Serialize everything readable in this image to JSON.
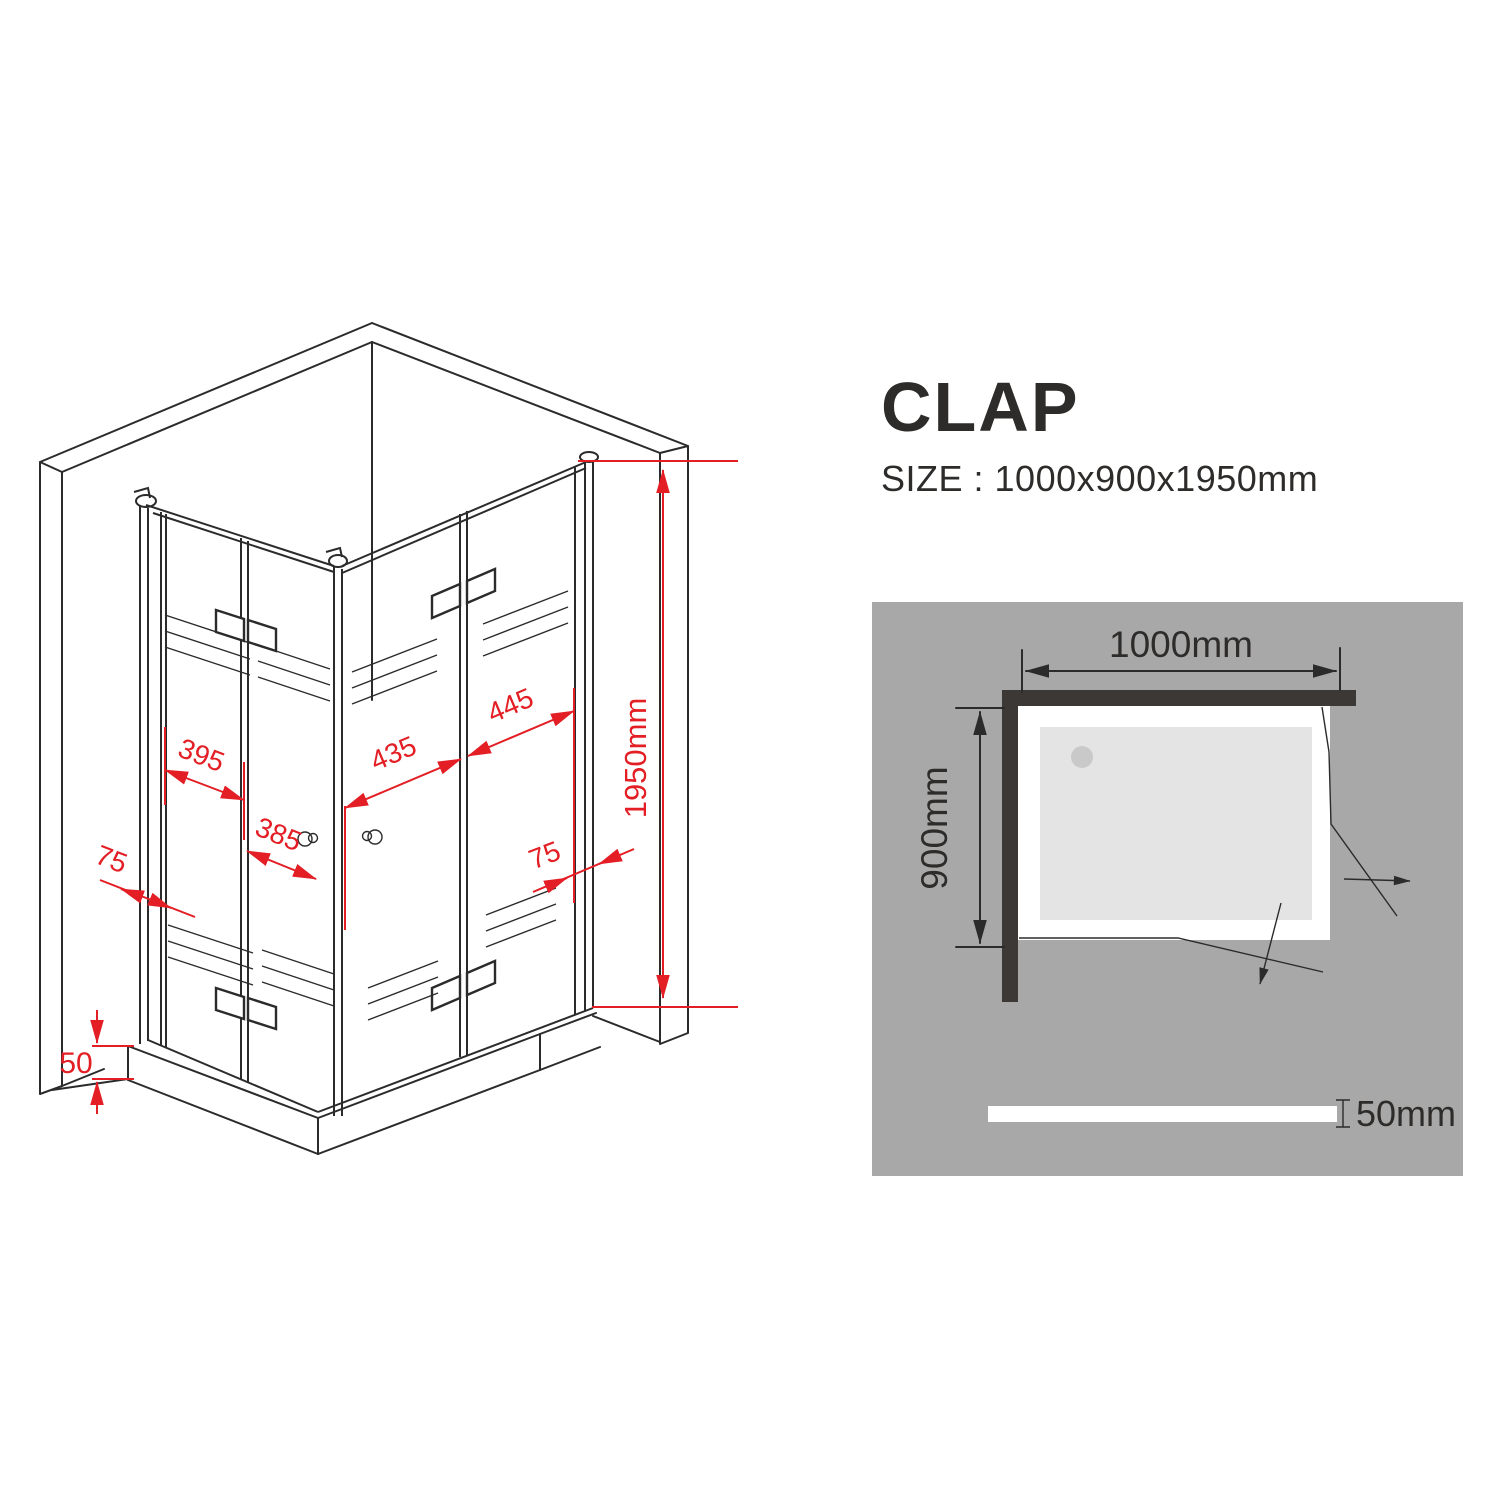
{
  "title_block": {
    "product_name": "CLAP",
    "size_label": "SIZE : 1000x900x1950mm"
  },
  "isometric_view": {
    "description": "corner shower enclosure with two bi-fold glass doors, two walls and low tray",
    "dimension_labels": {
      "left_wall_offset": "75",
      "left_outer_panel": "395",
      "left_inner_panel": "385",
      "right_inner_panel": "435",
      "right_outer_panel": "445",
      "right_wall_offset": "75",
      "tray_height": "50",
      "total_height": "1950mm"
    },
    "colors": {
      "line": "#2b2b2b",
      "dimension": "#e31e24"
    }
  },
  "top_view": {
    "width_label": "1000mm",
    "depth_label": "900mm",
    "tray_thickness_label": "50mm",
    "colors": {
      "panel_background": "#a8a8a8",
      "wall": "#3b3835",
      "tray_frame": "#ffffff",
      "tray_surface": "#e4e4e4",
      "drain": "#c9c9c9"
    }
  }
}
